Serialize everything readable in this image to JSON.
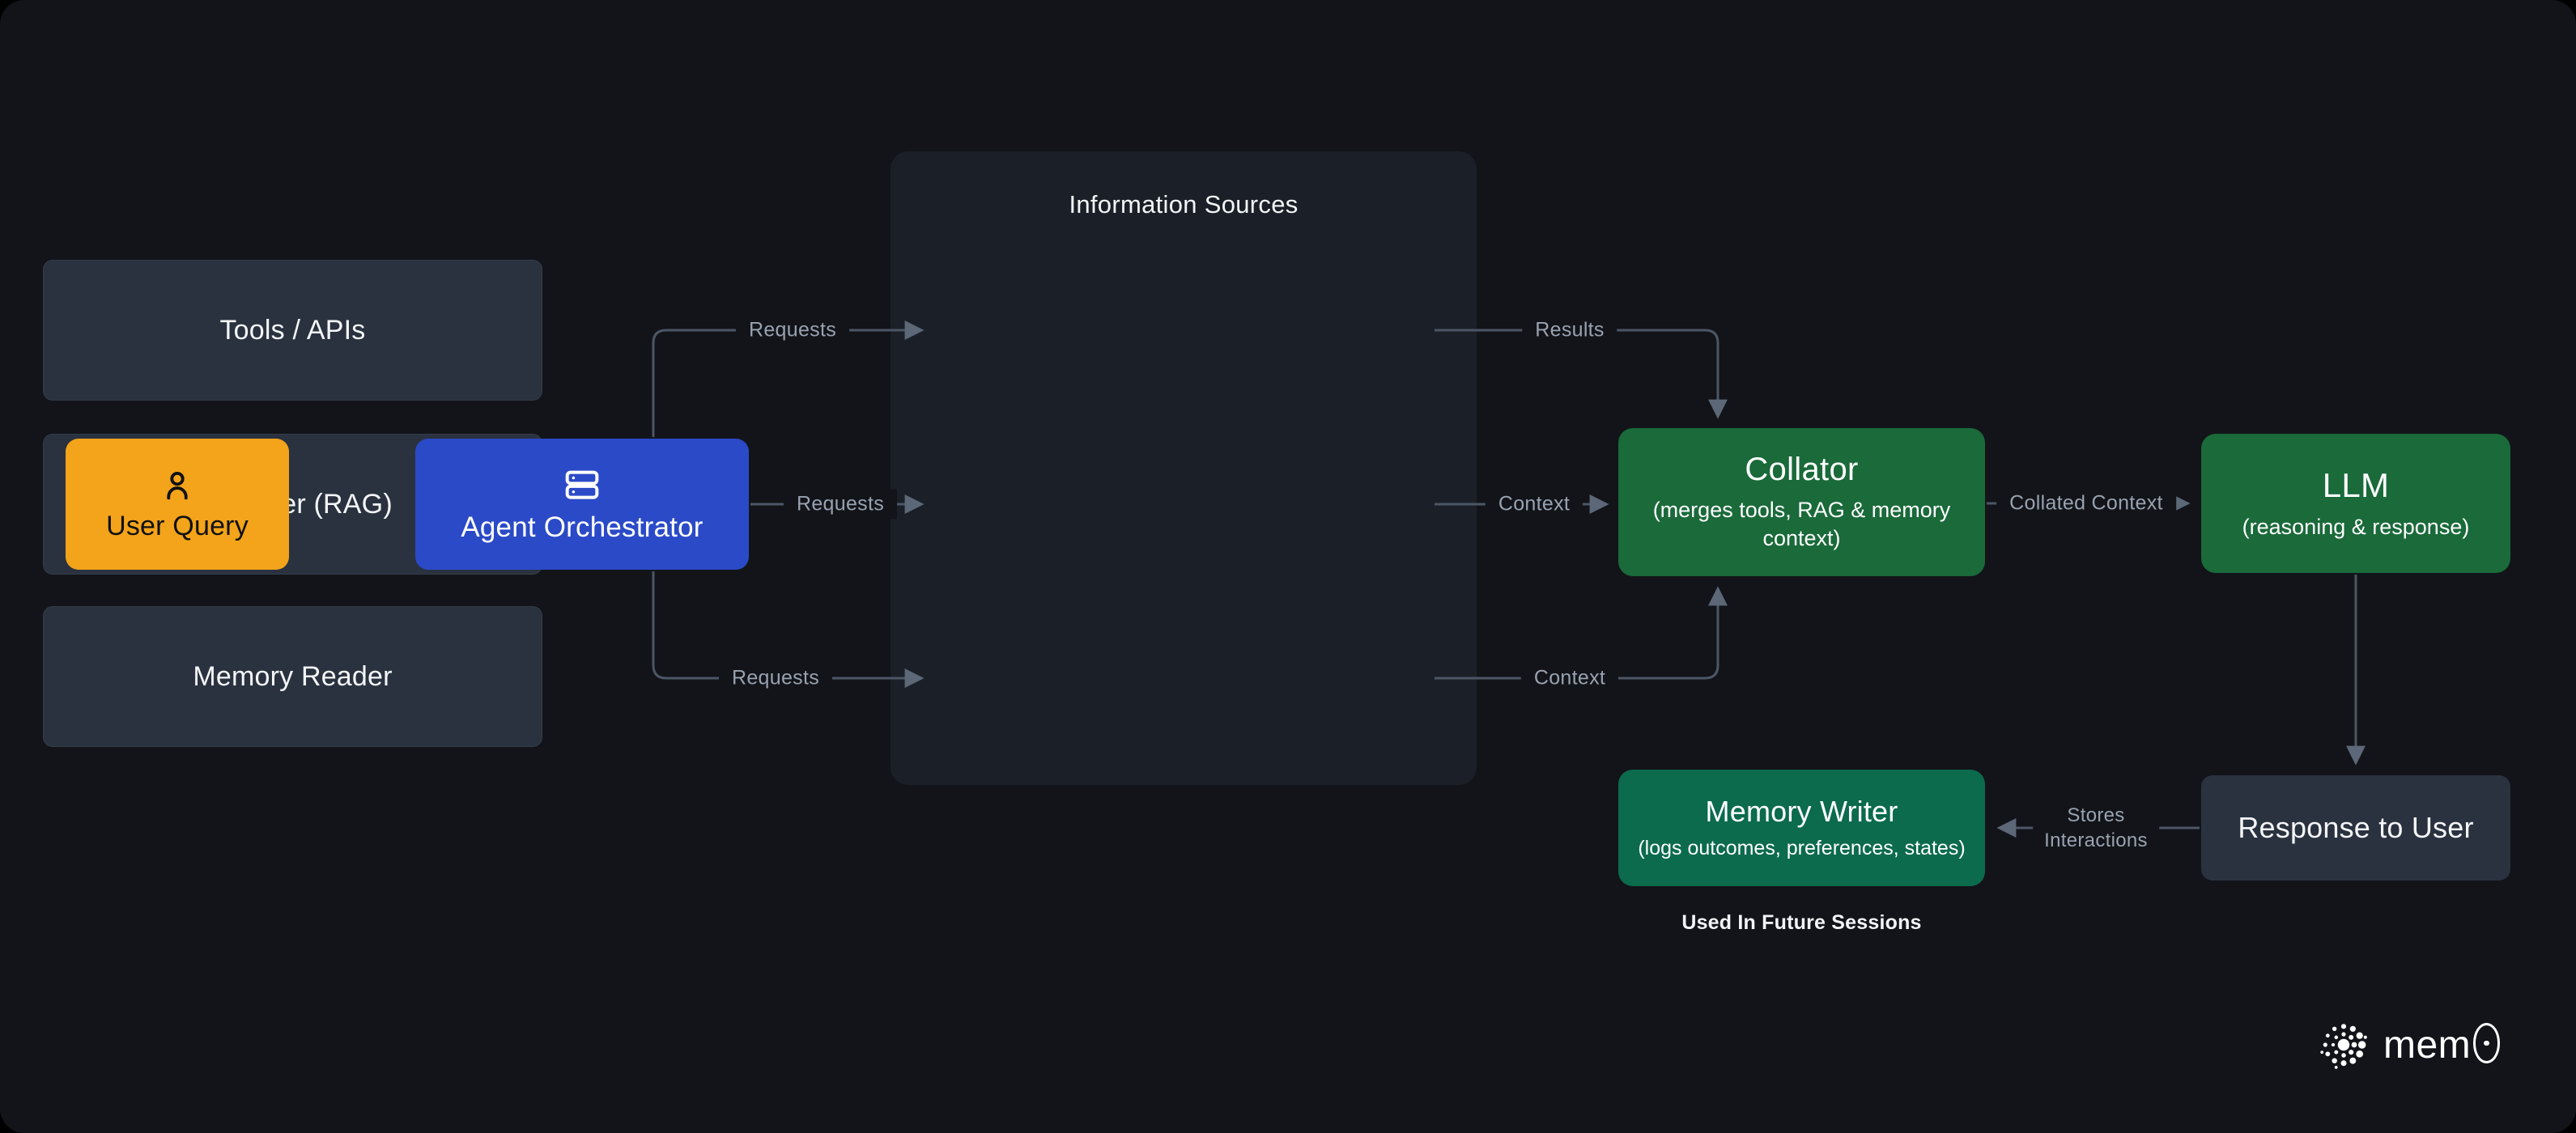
{
  "colors": {
    "background": "#121419",
    "panel": "#1B2028",
    "node_dark": "#2A3240",
    "green": "#1A6A3A",
    "teal_green": "#0B6B4C",
    "blue": "#2B4AC7",
    "orange": "#F3A41A",
    "line": "#4C5665",
    "edge_label": "#99A2B0"
  },
  "nodes": {
    "user_query": {
      "label": "User Query",
      "icon": "user-icon"
    },
    "agent_orchestrator": {
      "label": "Agent Orchestrator",
      "icon": "server-stack-icon"
    },
    "information_sources": {
      "title": "Information Sources",
      "items": [
        {
          "label": "Tools / APIs"
        },
        {
          "label": "Retriever (RAG)"
        },
        {
          "label": "Memory Reader"
        }
      ]
    },
    "collator": {
      "title": "Collator",
      "subtitle_line1": "(merges tools, RAG",
      "subtitle_line2": "& memory context)"
    },
    "llm": {
      "title": "LLM",
      "subtitle_line1": "(reasoning",
      "subtitle_line2": "& response)"
    },
    "memory_writer": {
      "title": "Memory Writer",
      "subtitle": "(logs outcomes, preferences, states)"
    },
    "response_to_user": {
      "label": "Response to User"
    },
    "future_note": {
      "label": "Used In Future Sessions"
    }
  },
  "edges": {
    "requests_top": {
      "label": "Requests"
    },
    "requests_middle": {
      "label": "Requests"
    },
    "requests_bottom": {
      "label": "Requests"
    },
    "results": {
      "label": "Results"
    },
    "context_middle": {
      "label": "Context"
    },
    "context_bottom": {
      "label": "Context"
    },
    "collated_context": {
      "label": "Collated Context"
    },
    "stores_interactions": {
      "line1": "Stores",
      "line2": "Interactions"
    }
  },
  "logo": {
    "text": "mem",
    "zero": "0",
    "name": "mem0"
  }
}
